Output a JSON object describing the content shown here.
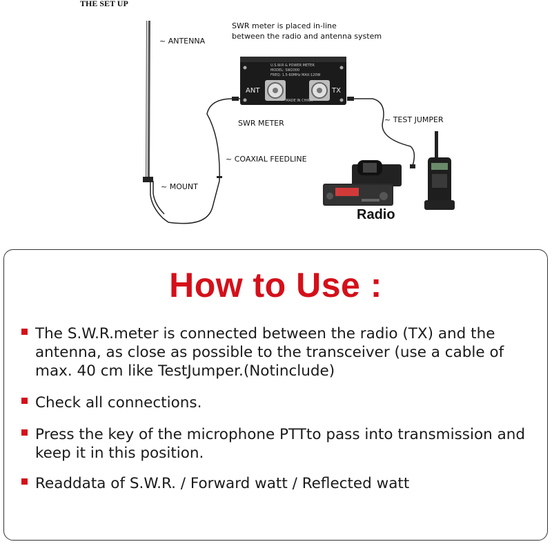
{
  "setup": {
    "title": "THE SET UP",
    "note_line1": "SWR meter is placed in-line",
    "note_line2": "between the radio and antenna system",
    "labels": {
      "antenna": "~ ANTENNA",
      "swr_meter": "SWR METER",
      "test_jumper": "~ TEST JUMPER",
      "coaxial": "~ COAXIAL FEEDLINE",
      "mount": "~ MOUNT",
      "radio": "Radio"
    },
    "meter": {
      "ant": "ANT",
      "tx": "TX",
      "panel_line1": "U.S.W.R & POWER METER",
      "panel_line2": "MODEL: SW2000",
      "panel_line3": "FREQ: 1.5-60MHz   MAX:120W",
      "made_in": "MADE IN CHINA"
    }
  },
  "how_to": {
    "title": "How to Use :",
    "steps": [
      "The S.W.R.meter is connected between the  radio (TX) and the antenna, as close as possible to the transceiver (use a cable of max. 40 cm like TestJumper.(Notinclude)",
      "Check all connections.",
      "Press the key of the microphone PTTto pass into transmission and keep it in this position.",
      "Readdata of S.W.R. / Forward watt  / Reflected watt"
    ]
  },
  "colors": {
    "accent": "#d4101a",
    "meter_body": "#1b1b1b",
    "connector": "#c9c9c9"
  }
}
